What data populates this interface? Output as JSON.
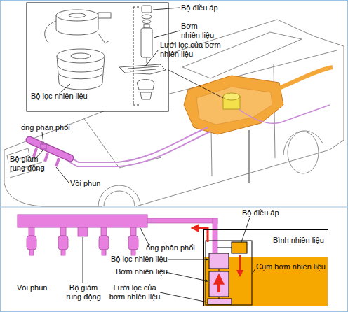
{
  "diagram": {
    "nodes": [
      {
        "text": [
          "Bình nhiên liệu"
        ]
      }
    ],
    "labels": [
      "Bộ điều áp",
      "Bơm nhiên liệu",
      "Lưới lọc của bơm nhiên liệu",
      "Bộ lọc nhiên liệu",
      "ống phân phối",
      "Bộ giảm rung động",
      "Vòi phun",
      "Bộ điều áp",
      "ống phân phối",
      "Bộ lọc nhiên liệu",
      "Bơm nhiên liệu",
      "Cụm bơm nhiên liệu",
      "Vòi phun",
      "Bộ giảm rung động",
      "Lưới lọc của bơm nhiên liệu"
    ]
  }
}
